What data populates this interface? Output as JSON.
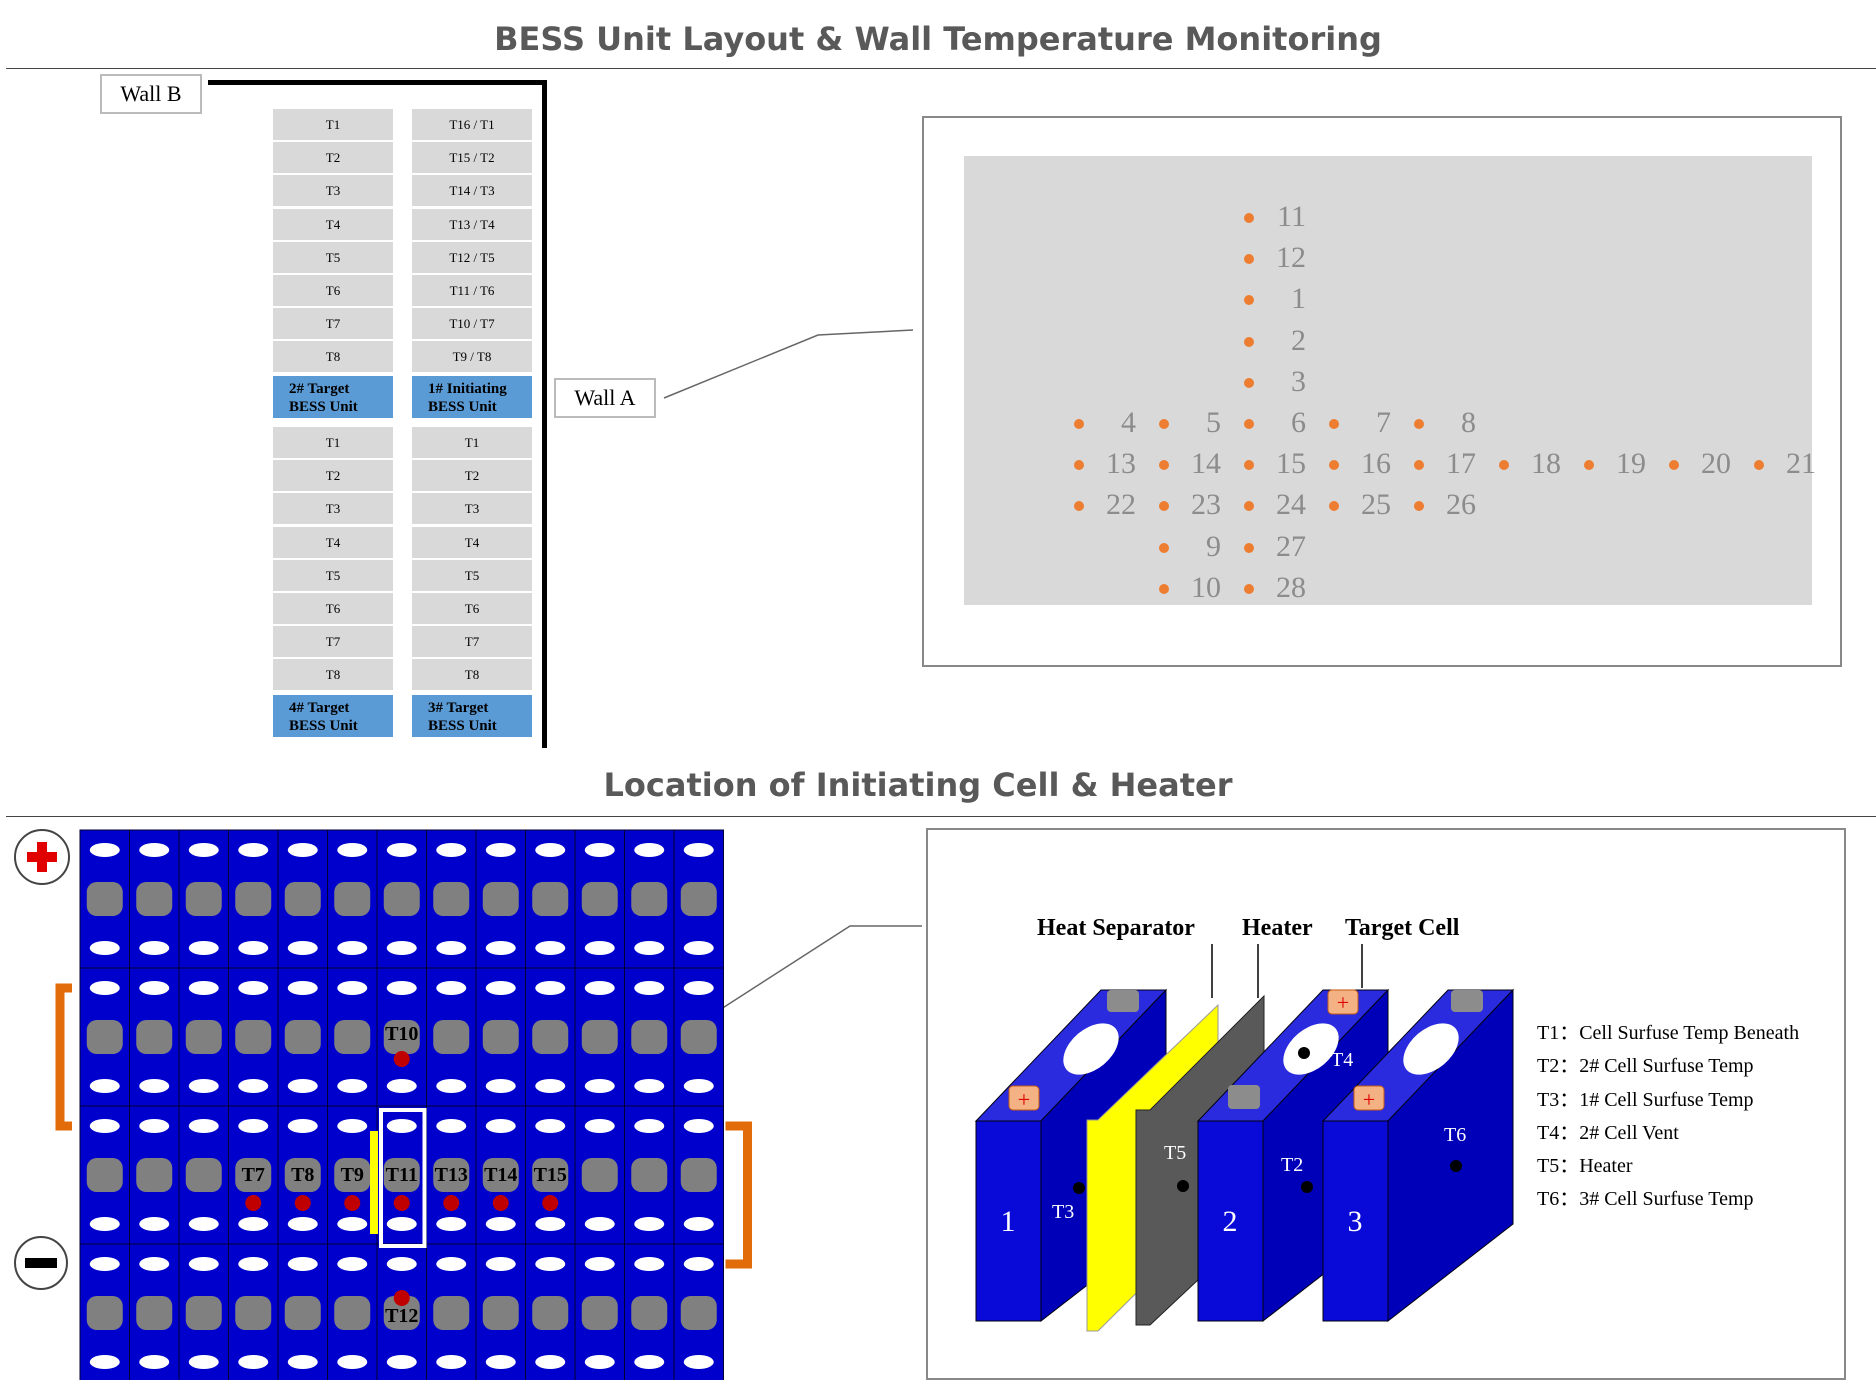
{
  "titles": {
    "top": "BESS Unit Layout & Wall Temperature Monitoring",
    "bottom": "Location of Initiating Cell & Heater"
  },
  "walls": {
    "b": "Wall B",
    "a": "Wall A"
  },
  "columns": {
    "left_top": [
      "T1",
      "T2",
      "T3",
      "T4",
      "T5",
      "T6",
      "T7",
      "T8"
    ],
    "right_top": [
      "T16 / T1",
      "T15 / T2",
      "T14 / T3",
      "T13 / T4",
      "T12 / T5",
      "T11 / T6",
      "T10 / T7",
      "T9 / T8"
    ],
    "left_bottom": [
      "T1",
      "T2",
      "T3",
      "T4",
      "T5",
      "T6",
      "T7",
      "T8"
    ],
    "right_bottom": [
      "T1",
      "T2",
      "T3",
      "T4",
      "T5",
      "T6",
      "T7",
      "T8"
    ]
  },
  "units": {
    "u2": [
      "2# Target",
      "BESS Unit"
    ],
    "u1": [
      "1# Initiating",
      "BESS Unit"
    ],
    "u4": [
      "4# Target",
      "BESS Unit"
    ],
    "u3": [
      "3# Target",
      "BESS Unit"
    ]
  },
  "thermocouple_points": [
    {
      "label": "11",
      "col": 2,
      "row": 0
    },
    {
      "label": "12",
      "col": 2,
      "row": 1
    },
    {
      "label": "1",
      "col": 2,
      "row": 2
    },
    {
      "label": "2",
      "col": 2,
      "row": 3
    },
    {
      "label": "3",
      "col": 2,
      "row": 4
    },
    {
      "label": "4",
      "col": 0,
      "row": 5
    },
    {
      "label": "5",
      "col": 1,
      "row": 5
    },
    {
      "label": "6",
      "col": 2,
      "row": 5
    },
    {
      "label": "7",
      "col": 3,
      "row": 5
    },
    {
      "label": "8",
      "col": 4,
      "row": 5
    },
    {
      "label": "13",
      "col": 0,
      "row": 6
    },
    {
      "label": "14",
      "col": 1,
      "row": 6
    },
    {
      "label": "15",
      "col": 2,
      "row": 6
    },
    {
      "label": "16",
      "col": 3,
      "row": 6
    },
    {
      "label": "17",
      "col": 4,
      "row": 6
    },
    {
      "label": "18",
      "col": 5,
      "row": 6
    },
    {
      "label": "19",
      "col": 6,
      "row": 6
    },
    {
      "label": "20",
      "col": 7,
      "row": 6
    },
    {
      "label": "21",
      "col": 8,
      "row": 6
    },
    {
      "label": "22",
      "col": 0,
      "row": 7
    },
    {
      "label": "23",
      "col": 1,
      "row": 7
    },
    {
      "label": "24",
      "col": 2,
      "row": 7
    },
    {
      "label": "25",
      "col": 3,
      "row": 7
    },
    {
      "label": "26",
      "col": 4,
      "row": 7
    },
    {
      "label": "9",
      "col": 1,
      "row": 8
    },
    {
      "label": "27",
      "col": 2,
      "row": 8
    },
    {
      "label": "10",
      "col": 1,
      "row": 9
    },
    {
      "label": "28",
      "col": 2,
      "row": 9
    }
  ],
  "pack": {
    "columns": 13,
    "rows": 4,
    "sensors": [
      {
        "label": "T10",
        "col": 6,
        "row": 1
      },
      {
        "label": "T7",
        "col": 3,
        "row": 2
      },
      {
        "label": "T8",
        "col": 4,
        "row": 2
      },
      {
        "label": "T9",
        "col": 5,
        "row": 2
      },
      {
        "label": "T11",
        "col": 6,
        "row": 2
      },
      {
        "label": "T13",
        "col": 7,
        "row": 2
      },
      {
        "label": "T14",
        "col": 8,
        "row": 2
      },
      {
        "label": "T15",
        "col": 9,
        "row": 2
      },
      {
        "label": "T12",
        "col": 6,
        "row": 3
      }
    ],
    "colors": {
      "cell": "#0000cc",
      "sensor": "#c00000",
      "terminal_link": "#e36c0a",
      "heater": "#ffff00"
    }
  },
  "detail": {
    "headers": {
      "separator": "Heat Separator",
      "heater": "Heater",
      "target": "Target Cell"
    },
    "cell_numbers": [
      "1",
      "2",
      "3"
    ],
    "point_labels": {
      "t3": "T3",
      "t4": "T4",
      "t5": "T5",
      "t2": "T2",
      "t6": "T6"
    },
    "legend": [
      "T1：Cell Surfuse Temp Beneath",
      "T2：2# Cell Surfuse Temp",
      "T3：1# Cell Surfuse Temp",
      "T4：2# Cell Vent",
      "T5：Heater",
      "T6：3# Cell Surfuse Temp"
    ]
  }
}
